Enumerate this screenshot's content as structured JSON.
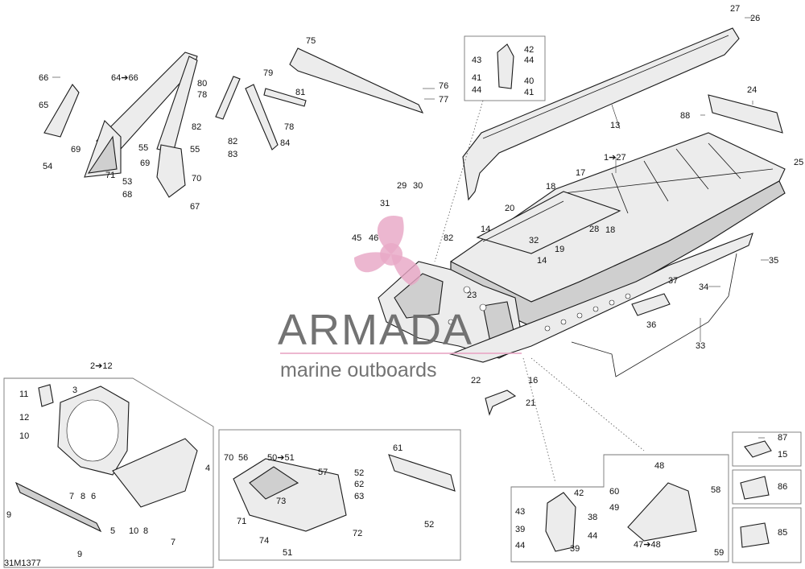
{
  "figure_code": "31M1377",
  "watermark": {
    "brand": "ARMADA",
    "tagline": "marine outboards",
    "accent_color": "#e8a6c4",
    "text_color": "#6c6c6c"
  },
  "panels": {
    "top_right_inset": {
      "callouts": [
        "42",
        "43",
        "44",
        "41",
        "40",
        "44",
        "41"
      ]
    },
    "bottom_left_box": {
      "heading": "2➔12"
    },
    "bottom_middle_box": {
      "callouts": [
        "70",
        "56",
        "50➔51",
        "57",
        "52",
        "61",
        "62",
        "63",
        "73",
        "71",
        "74",
        "72",
        "51",
        "52"
      ]
    },
    "bottom_right_box": {
      "callouts": [
        "48",
        "60",
        "58",
        "49",
        "47➔48",
        "59",
        "42",
        "43",
        "38",
        "39",
        "44",
        "44",
        "39"
      ]
    },
    "small_boxes": [
      "87",
      "15",
      "86",
      "85"
    ]
  },
  "callouts": [
    {
      "id": "c27",
      "text": "27"
    },
    {
      "id": "c26",
      "text": "26"
    },
    {
      "id": "c24",
      "text": "24"
    },
    {
      "id": "c88",
      "text": "88"
    },
    {
      "id": "c13",
      "text": "13"
    },
    {
      "id": "c1to27",
      "text": "1➔27"
    },
    {
      "id": "c25",
      "text": "25"
    },
    {
      "id": "c17",
      "text": "17"
    },
    {
      "id": "c18a",
      "text": "18"
    },
    {
      "id": "c20",
      "text": "20"
    },
    {
      "id": "c28",
      "text": "28"
    },
    {
      "id": "c18b",
      "text": "18"
    },
    {
      "id": "c14a",
      "text": "14"
    },
    {
      "id": "c82b",
      "text": "82"
    },
    {
      "id": "c32",
      "text": "32"
    },
    {
      "id": "c19",
      "text": "19"
    },
    {
      "id": "c14b",
      "text": "14"
    },
    {
      "id": "c35",
      "text": "35"
    },
    {
      "id": "c37",
      "text": "37"
    },
    {
      "id": "c34",
      "text": "34"
    },
    {
      "id": "c36",
      "text": "36"
    },
    {
      "id": "c33",
      "text": "33"
    },
    {
      "id": "c23",
      "text": "23"
    },
    {
      "id": "c22",
      "text": "22"
    },
    {
      "id": "c16",
      "text": "16"
    },
    {
      "id": "c21",
      "text": "21"
    },
    {
      "id": "c29",
      "text": "29"
    },
    {
      "id": "c30",
      "text": "30"
    },
    {
      "id": "c31",
      "text": "31"
    },
    {
      "id": "c45",
      "text": "45"
    },
    {
      "id": "c46",
      "text": "46"
    },
    {
      "id": "c75",
      "text": "75"
    },
    {
      "id": "c76",
      "text": "76"
    },
    {
      "id": "c77",
      "text": "77"
    },
    {
      "id": "c79",
      "text": "79"
    },
    {
      "id": "c80",
      "text": "80"
    },
    {
      "id": "c78a",
      "text": "78"
    },
    {
      "id": "c81",
      "text": "81"
    },
    {
      "id": "c82a",
      "text": "82"
    },
    {
      "id": "c78b",
      "text": "78"
    },
    {
      "id": "c82c",
      "text": "82"
    },
    {
      "id": "c84",
      "text": "84"
    },
    {
      "id": "c83",
      "text": "83"
    },
    {
      "id": "c66",
      "text": "66"
    },
    {
      "id": "c64to66",
      "text": "64➔66"
    },
    {
      "id": "c65",
      "text": "65"
    },
    {
      "id": "c69a",
      "text": "69"
    },
    {
      "id": "c55a",
      "text": "55"
    },
    {
      "id": "c55b",
      "text": "55"
    },
    {
      "id": "c54",
      "text": "54"
    },
    {
      "id": "c71",
      "text": "71"
    },
    {
      "id": "c69b",
      "text": "69"
    },
    {
      "id": "c53",
      "text": "53"
    },
    {
      "id": "c70a",
      "text": "70"
    },
    {
      "id": "c68",
      "text": "68"
    },
    {
      "id": "c67",
      "text": "67"
    },
    {
      "id": "c2to12",
      "text": "2➔12"
    },
    {
      "id": "c11",
      "text": "11"
    },
    {
      "id": "c3",
      "text": "3"
    },
    {
      "id": "c12",
      "text": "12"
    },
    {
      "id": "c10a",
      "text": "10"
    },
    {
      "id": "c4",
      "text": "4"
    },
    {
      "id": "c9a",
      "text": "9"
    },
    {
      "id": "c7a",
      "text": "7"
    },
    {
      "id": "c8a",
      "text": "8"
    },
    {
      "id": "c6",
      "text": "6"
    },
    {
      "id": "c5",
      "text": "5"
    },
    {
      "id": "c10b",
      "text": "10"
    },
    {
      "id": "c8b",
      "text": "8"
    },
    {
      "id": "c9b",
      "text": "9"
    },
    {
      "id": "c7b",
      "text": "7"
    },
    {
      "id": "c70b",
      "text": "70"
    },
    {
      "id": "c56",
      "text": "56"
    },
    {
      "id": "c50to51",
      "text": "50➔51"
    },
    {
      "id": "c57",
      "text": "57"
    },
    {
      "id": "c52a",
      "text": "52"
    },
    {
      "id": "c61",
      "text": "61"
    },
    {
      "id": "c62",
      "text": "62"
    },
    {
      "id": "c63",
      "text": "63"
    },
    {
      "id": "c73",
      "text": "73"
    },
    {
      "id": "c71b",
      "text": "71"
    },
    {
      "id": "c74",
      "text": "74"
    },
    {
      "id": "c72",
      "text": "72"
    },
    {
      "id": "c51",
      "text": "51"
    },
    {
      "id": "c52b",
      "text": "52"
    },
    {
      "id": "c48",
      "text": "48"
    },
    {
      "id": "c60",
      "text": "60"
    },
    {
      "id": "c58",
      "text": "58"
    },
    {
      "id": "c49",
      "text": "49"
    },
    {
      "id": "c47to48",
      "text": "47➔48"
    },
    {
      "id": "c59",
      "text": "59"
    },
    {
      "id": "c42b",
      "text": "42"
    },
    {
      "id": "c43b",
      "text": "43"
    },
    {
      "id": "c38",
      "text": "38"
    },
    {
      "id": "c39a",
      "text": "39"
    },
    {
      "id": "c44b",
      "text": "44"
    },
    {
      "id": "c44c",
      "text": "44"
    },
    {
      "id": "c39b",
      "text": "39"
    },
    {
      "id": "c42a",
      "text": "42"
    },
    {
      "id": "c43a",
      "text": "43"
    },
    {
      "id": "c44a",
      "text": "44"
    },
    {
      "id": "c41a",
      "text": "41"
    },
    {
      "id": "c40",
      "text": "40"
    },
    {
      "id": "c44d",
      "text": "44"
    },
    {
      "id": "c41b",
      "text": "41"
    },
    {
      "id": "c87",
      "text": "87"
    },
    {
      "id": "c15",
      "text": "15"
    },
    {
      "id": "c86",
      "text": "86"
    },
    {
      "id": "c85",
      "text": "85"
    }
  ]
}
